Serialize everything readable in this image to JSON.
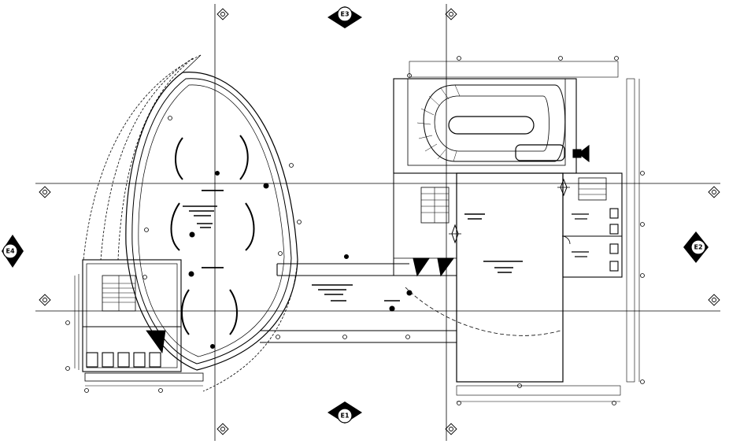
{
  "elevation_markers": {
    "north": "E3",
    "east": "E2",
    "south": "E1",
    "west": "E4"
  }
}
